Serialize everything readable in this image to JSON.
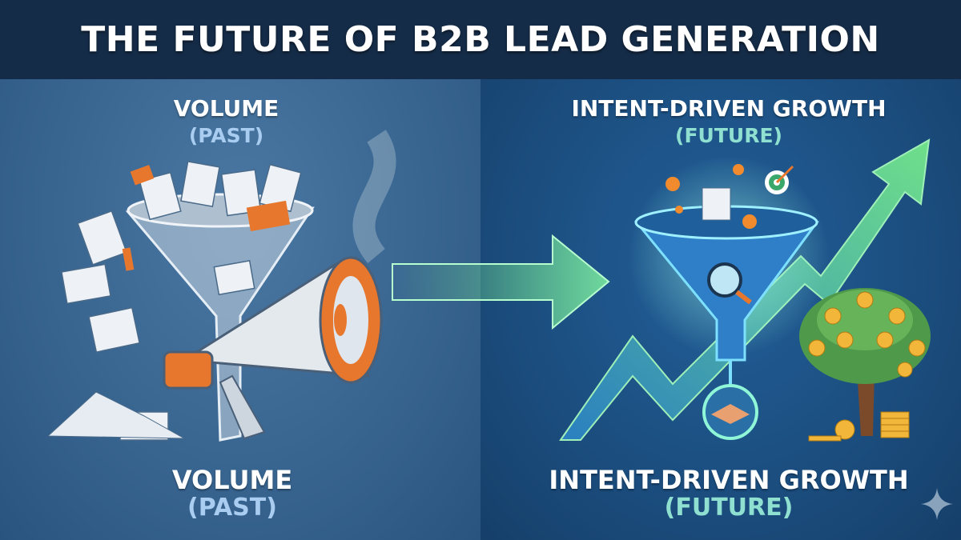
{
  "header": {
    "title": "THE FUTURE OF B2B LEAD GENERATION"
  },
  "left_panel": {
    "top_title": "VOLUME",
    "top_subtitle": "(PAST)",
    "bottom_title": "VOLUME",
    "bottom_subtitle": "(PAST)",
    "subtitle_color": "#a9cdf0"
  },
  "right_panel": {
    "top_title": "INTENT-DRIVEN GROWTH",
    "top_subtitle": "(FUTURE)",
    "bottom_title": "INTENT-DRIVEN GROWTH",
    "bottom_subtitle": "(FUTURE)",
    "subtitle_color": "#8fe0d0"
  },
  "icons": [
    "funnel-icon",
    "document-icon",
    "megaphone-icon",
    "arrow-right-icon",
    "growth-arrow-icon",
    "magnifier-icon",
    "target-icon",
    "handshake-icon",
    "money-tree-icon",
    "coin-stack-icon",
    "sparkle-icon"
  ],
  "colors": {
    "header": "#152c48",
    "accent_orange": "#e8772e",
    "accent_green": "#6fe08a"
  }
}
